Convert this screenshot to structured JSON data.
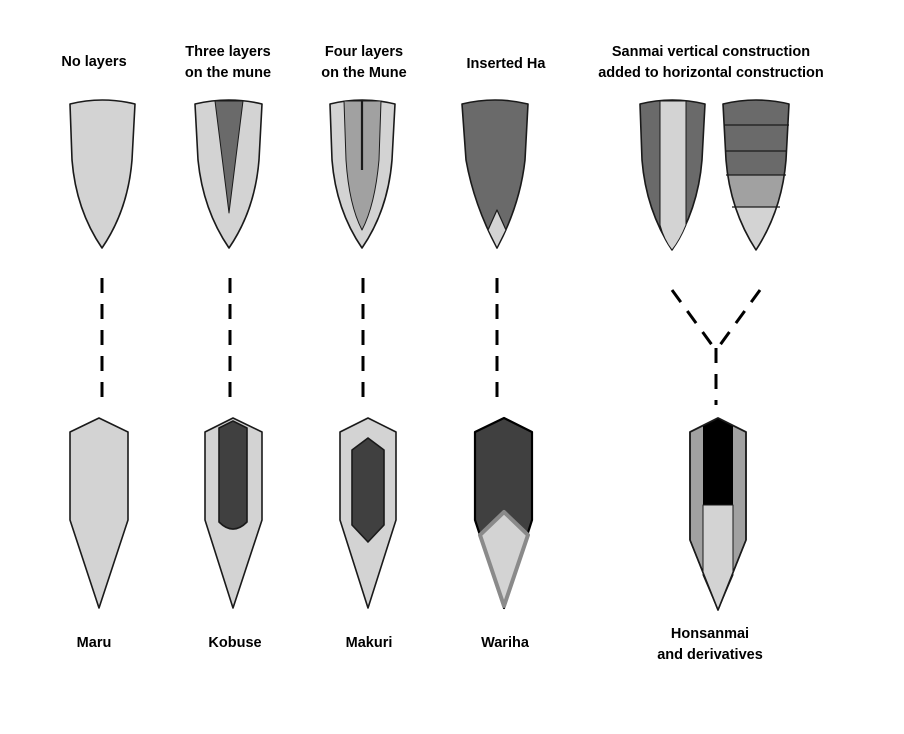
{
  "top_labels": {
    "no_layers": [
      "No layers"
    ],
    "three_layers": [
      "Three layers",
      "on the mune"
    ],
    "four_layers": [
      "Four layers",
      "on the Mune"
    ],
    "inserted_ha": [
      "Inserted Ha"
    ],
    "sanmai": [
      "Sanmai vertical construction",
      "added to horizontal construction"
    ]
  },
  "bottom_labels": {
    "maru": [
      "Maru"
    ],
    "kobuse": [
      "Kobuse"
    ],
    "makuri": [
      "Makuri"
    ],
    "wariha": [
      "Wariha"
    ],
    "honsanmai": [
      "Honsanmai",
      "and derivatives"
    ]
  },
  "colors": {
    "light": "#d3d3d3",
    "mid": "#a1a1a1",
    "dark": "#6a6a6a",
    "darker": "#404040",
    "black": "#000000",
    "outline": "#1a1a1a"
  }
}
